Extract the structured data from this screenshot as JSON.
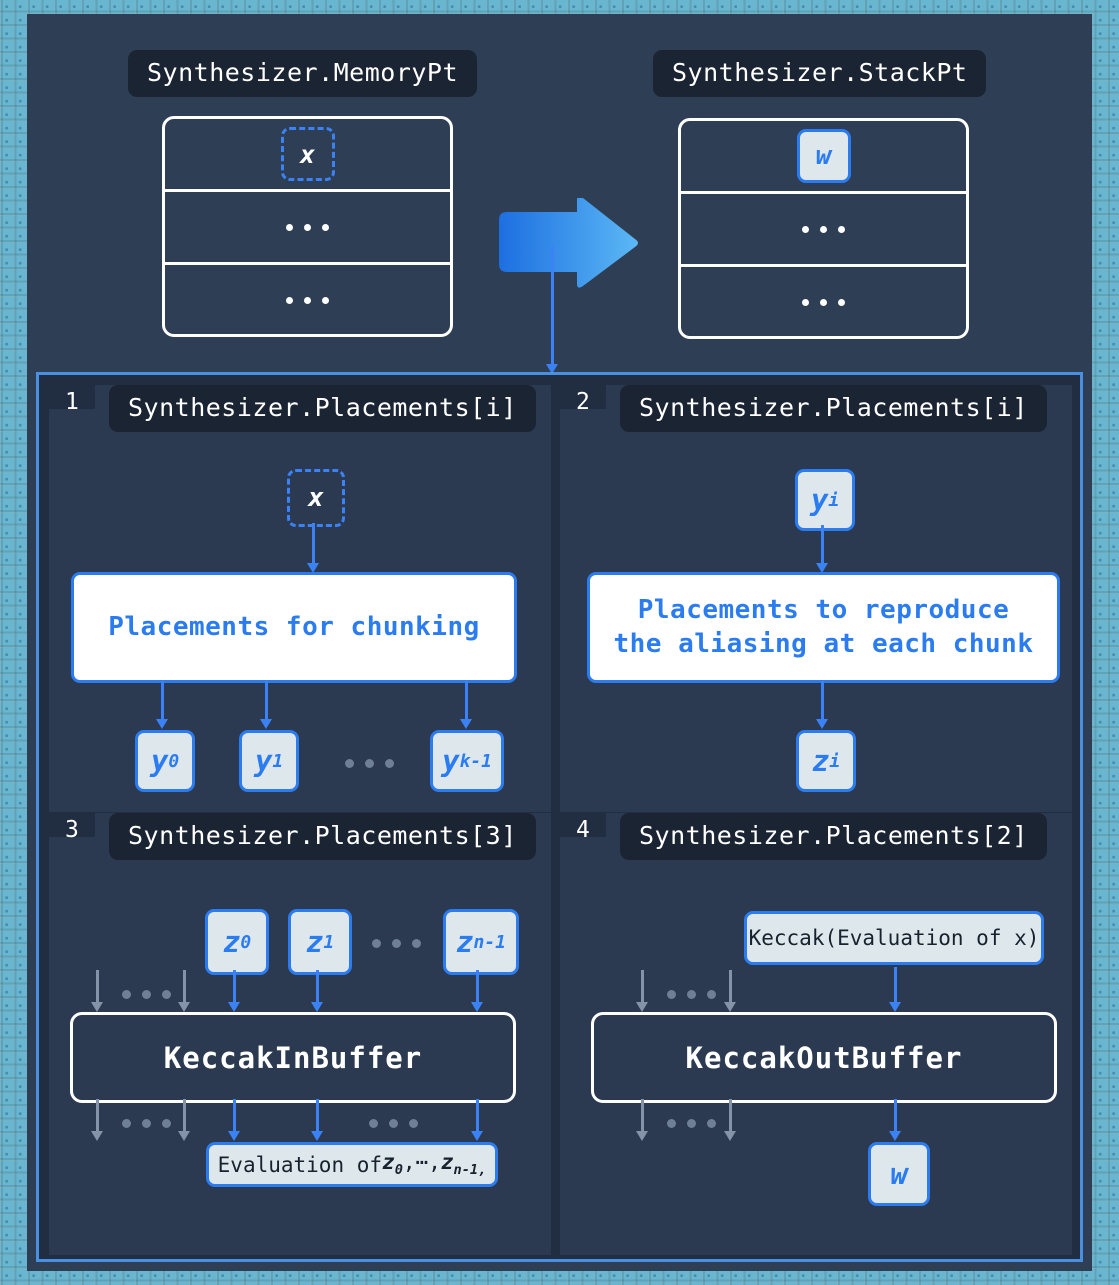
{
  "diagram": {
    "top": {
      "memory": {
        "title": "Synthesizer.MemoryPt",
        "rows": [
          {
            "type": "chip-dashed",
            "label": "x"
          },
          {
            "type": "dots"
          },
          {
            "type": "dots"
          }
        ]
      },
      "stack": {
        "title": "Synthesizer.StackPt",
        "rows": [
          {
            "type": "chip",
            "label": "w"
          },
          {
            "type": "dots"
          },
          {
            "type": "dots"
          }
        ]
      },
      "transition_arrow": "big-right-arrow-icon",
      "drop_arrow": "down-arrow-icon"
    },
    "panels": [
      {
        "number": "1",
        "title": "Synthesizer.Placements[i]",
        "input": {
          "label": "x",
          "style": "dashed"
        },
        "card": "Placements for chunking",
        "outputs": [
          {
            "base": "y",
            "sub": "0"
          },
          {
            "base": "y",
            "sub": "1"
          },
          {
            "type": "dots"
          },
          {
            "base": "y",
            "sub": "k-1"
          }
        ]
      },
      {
        "number": "2",
        "title": "Synthesizer.Placements[i]",
        "input": {
          "base": "y",
          "sub": "i",
          "style": "chip"
        },
        "card_line1": "Placements to reproduce",
        "card_line2": "the aliasing at each chunk",
        "output": {
          "base": "z",
          "sub": "i"
        }
      },
      {
        "number": "3",
        "title": "Synthesizer.Placements[3]",
        "inputs": [
          {
            "base": "z",
            "sub": "0"
          },
          {
            "base": "z",
            "sub": "1"
          },
          {
            "type": "dots"
          },
          {
            "base": "z",
            "sub": "n-1"
          }
        ],
        "buffer": "KeccakInBuffer",
        "output_prefix": "Evaluation of ",
        "output_terms": "z0,⋯,zn-1,"
      },
      {
        "number": "4",
        "title": "Synthesizer.Placements[2]",
        "input_pill": "Keccak(Evaluation of x)",
        "buffer": "KeccakOutBuffer",
        "output": {
          "base": "w",
          "sub": ""
        }
      }
    ],
    "colors": {
      "background": "#2e3e54",
      "frame": "#68b6cf",
      "accent_blue": "#2b7cf0",
      "panel_border": "#4a90e2",
      "panel_bg": "#2b3a50",
      "gap_bg": "#212e42",
      "dark_label_bg": "#1b2433",
      "chip_fill": "#dde7ec",
      "grey_arrow": "#8593a8"
    }
  }
}
